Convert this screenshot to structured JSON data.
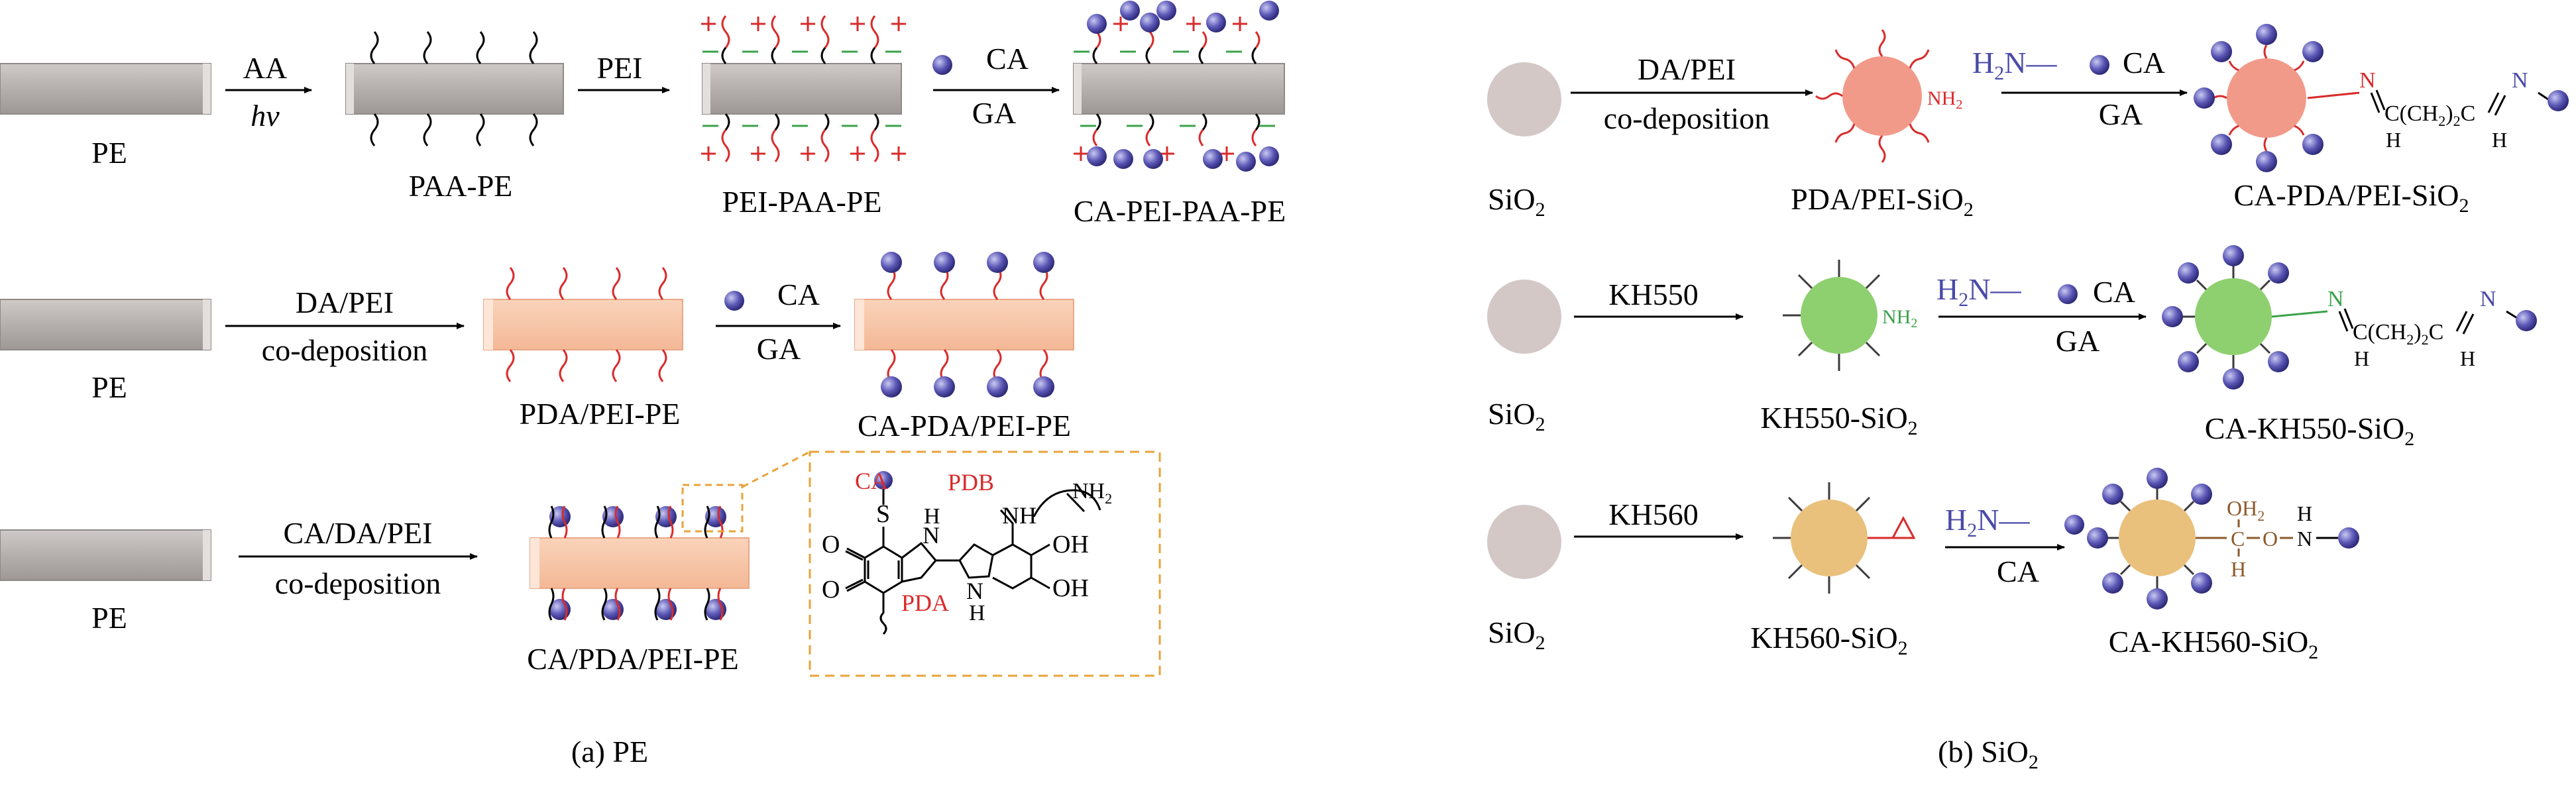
{
  "panel_a": {
    "caption": "(a) PE",
    "row1": {
      "pe_label": "PE",
      "arrow1_top": "AA",
      "arrow1_bottom": "hv",
      "paa_label": "PAA-PE",
      "arrow2_top": "PEI",
      "pei_label": "PEI-PAA-PE",
      "arrow3_top": "CA",
      "arrow3_bottom": "GA",
      "ca_label": "CA-PEI-PAA-PE"
    },
    "row2": {
      "pe_label": "PE",
      "arrow1_top": "DA/PEI",
      "arrow1_bottom": "co-deposition",
      "pda_label": "PDA/PEI-PE",
      "arrow2_top": "CA",
      "arrow2_bottom": "GA",
      "ca_label": "CA-PDA/PEI-PE"
    },
    "row3": {
      "pe_label": "PE",
      "arrow1_top": "CA/DA/PEI",
      "arrow1_bottom": "co-deposition",
      "product_label": "CA/PDA/PEI-PE"
    },
    "structure": {
      "ca": "CA",
      "pdb": "PDB",
      "pda": "PDA",
      "s": "S",
      "nh1": "N",
      "h1": "H",
      "nh2": "N",
      "h2": "H",
      "nh_top": "NH",
      "nh2_amine": "NH",
      "sub2": "2",
      "o1": "O",
      "o2": "O",
      "oh1": "OH",
      "oh2": "OH"
    }
  },
  "panel_b": {
    "caption_main": "(b) SiO",
    "caption_sub": "2",
    "row1": {
      "sio2_main": "SiO",
      "sio2_sub": "2",
      "arrow1_top": "DA/PEI",
      "arrow1_bottom": "co-deposition",
      "nh2": "NH",
      "nh2_sub": "2",
      "mid_main": "PDA/PEI-SiO",
      "mid_sub": "2",
      "reagent_h": "H",
      "reagent_sub": "2",
      "reagent_n": "N—",
      "arrow2_top": "CA",
      "arrow2_bottom": "GA",
      "chain_n1": "N",
      "chain_mid": "C(CH",
      "chain_mid_sub": "2",
      "chain_mid2": ")",
      "chain_mid2_sub": "2",
      "chain_c": "C",
      "chain_n2": "N",
      "chain_h1": "H",
      "chain_h2": "H",
      "product_main": "CA-PDA/PEI-SiO",
      "product_sub": "2"
    },
    "row2": {
      "sio2_main": "SiO",
      "sio2_sub": "2",
      "arrow1_top": "KH550",
      "nh2": "NH",
      "nh2_sub": "2",
      "mid_main": "KH550-SiO",
      "mid_sub": "2",
      "reagent_h": "H",
      "reagent_sub": "2",
      "reagent_n": "N—",
      "arrow2_top": "CA",
      "arrow2_bottom": "GA",
      "chain_n1": "N",
      "chain_mid": "C(CH",
      "chain_mid_sub": "2",
      "chain_mid2": ")",
      "chain_mid2_sub": "2",
      "chain_c": "C",
      "chain_n2": "N",
      "chain_h1": "H",
      "chain_h2": "H",
      "product_main": "CA-KH550-SiO",
      "product_sub": "2"
    },
    "row3": {
      "sio2_main": "SiO",
      "sio2_sub": "2",
      "arrow1_top": "KH560",
      "mid_main": "KH560-SiO",
      "mid_sub": "2",
      "reagent_h": "H",
      "reagent_sub": "2",
      "reagent_n": "N—",
      "arrow2_top": "CA",
      "oh": "OH",
      "oh_sub": "2",
      "c": "C",
      "h_below": "H",
      "o": "O",
      "h_top": "H",
      "n": "N",
      "product_main": "CA-KH560-SiO",
      "product_sub": "2"
    }
  },
  "colors": {
    "pe_gray": "#b9b3b1",
    "pda_salmon": "#f7c6a7",
    "red": "#d92b2b",
    "green": "#3aa24a",
    "ca_purple": "#4a4aa8",
    "sphere_gray": "#d3c8c6",
    "sphere_red": "#f29a8a",
    "sphere_green": "#8ed06f",
    "sphere_gold": "#e9c07c",
    "dash_gold": "#e8a33a",
    "brown": "#8b5a2b"
  }
}
